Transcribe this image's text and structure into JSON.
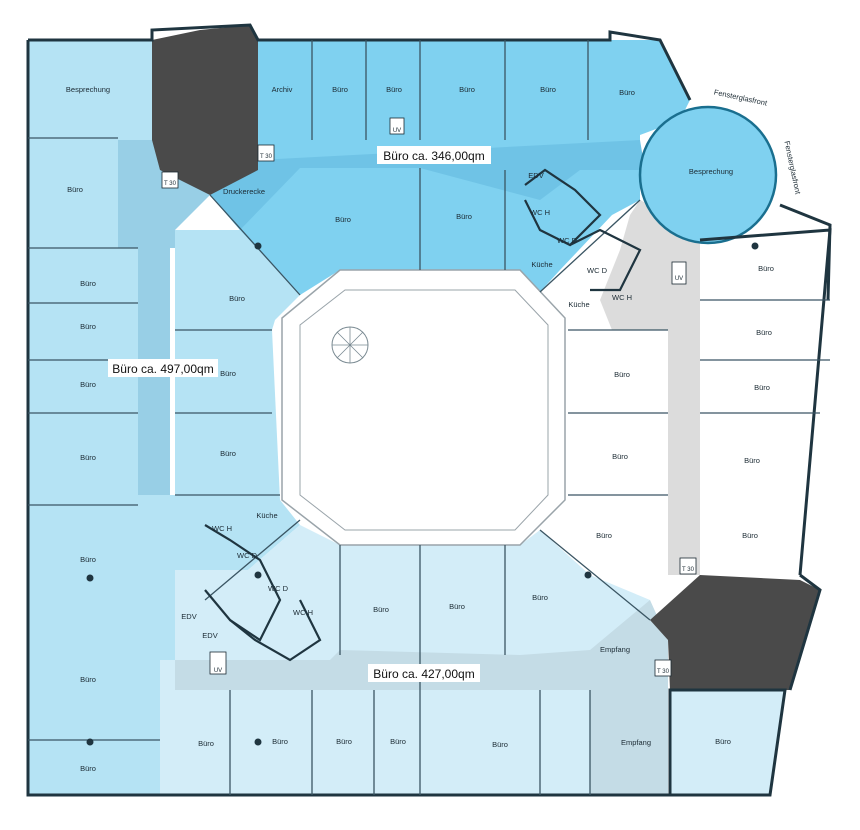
{
  "plan": {
    "areas": {
      "left": "Büro ca. 497,00qm",
      "top": "Büro ca. 346,00qm",
      "bottom": "Büro ca. 427,00qm"
    },
    "rooms": {
      "besprechung_tl": "Besprechung",
      "buero": "Büro",
      "archiv": "Archiv",
      "druckerecke": "Druckerecke",
      "besprechung_round": "Besprechung",
      "kueche": "Küche",
      "wc_h": "WC H",
      "wc_d": "WC D",
      "edv": "EDV",
      "empfang": "Empfang"
    },
    "facade": {
      "label": "Fensterglasfront"
    },
    "tags": {
      "uv": "UV",
      "t30": "T 30"
    },
    "colors": {
      "zone_left": "#b5e3f4",
      "zone_top": "#7fd1f0",
      "zone_bottom": "#d3edf8",
      "corridor_left": "#98cfe6",
      "corridor_top": "#6fc3e6",
      "corridor_bottom": "#c4dce6",
      "corridor_right": "#dcdcdc",
      "stair": "#4a4a4a",
      "empfang": "#c4dce6"
    }
  }
}
